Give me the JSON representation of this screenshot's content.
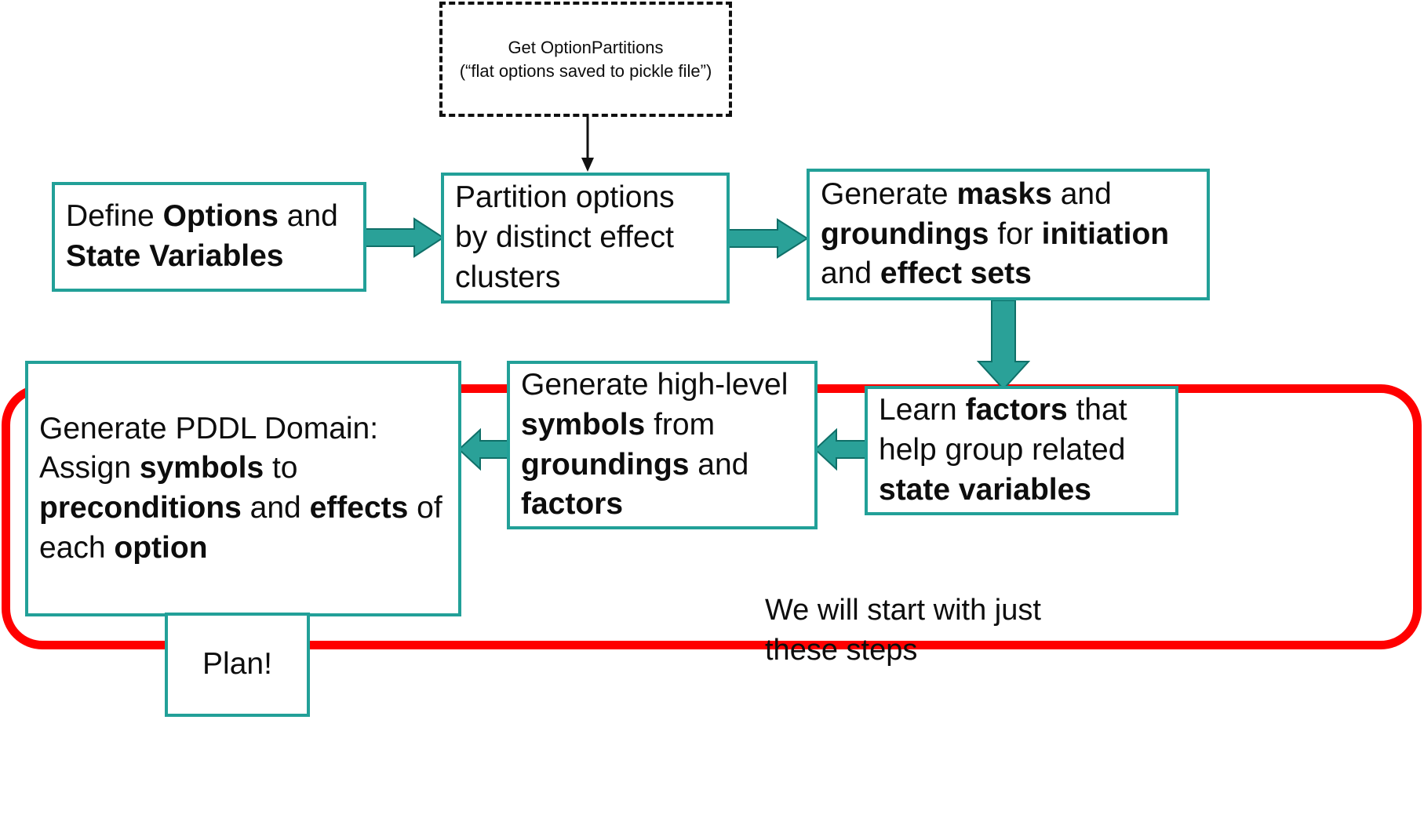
{
  "diagram": {
    "title": "PDDL domain generation pipeline flowchart",
    "colors": {
      "box_border_teal": "#22A098",
      "arrow_teal": "#2AA198",
      "highlight_red": "#FF0000",
      "text_black": "#0D0D0D",
      "background": "#FFFFFF"
    },
    "nodes": {
      "get_option_partitions": {
        "line1": "Get OptionPartitions",
        "line2": "(“flat options saved to pickle file”)",
        "style": "dashed"
      },
      "define_options": {
        "segments": [
          {
            "text": "Define ",
            "bold": false
          },
          {
            "text": "Options",
            "bold": true
          },
          {
            "text": " and ",
            "bold": false
          },
          {
            "text": "State Variables",
            "bold": true
          }
        ],
        "plain": "Define Options and State Variables"
      },
      "partition_options": {
        "segments": [
          {
            "text": "Partition options by distinct effect clusters",
            "bold": false
          }
        ],
        "plain": "Partition options by distinct effect clusters"
      },
      "generate_masks": {
        "segments": [
          {
            "text": "Generate ",
            "bold": false
          },
          {
            "text": "masks",
            "bold": true
          },
          {
            "text": " and ",
            "bold": false
          },
          {
            "text": "groundings",
            "bold": true
          },
          {
            "text": " for ",
            "bold": false
          },
          {
            "text": "initiation",
            "bold": true
          },
          {
            "text": " and ",
            "bold": false
          },
          {
            "text": "effect sets",
            "bold": true
          }
        ],
        "plain": "Generate masks and groundings for initiation and effect sets"
      },
      "learn_factors": {
        "segments": [
          {
            "text": "Learn ",
            "bold": false
          },
          {
            "text": "factors",
            "bold": true
          },
          {
            "text": " that help group related ",
            "bold": false
          },
          {
            "text": "state variables",
            "bold": true
          }
        ],
        "plain": "Learn factors that help group related state variables"
      },
      "generate_symbols": {
        "segments": [
          {
            "text": "Generate high-level ",
            "bold": false
          },
          {
            "text": "symbols",
            "bold": true
          },
          {
            "text": " from ",
            "bold": false
          },
          {
            "text": "groundings",
            "bold": true
          },
          {
            "text": " and ",
            "bold": false
          },
          {
            "text": "factors",
            "bold": true
          }
        ],
        "plain": "Generate high-level symbols from groundings and factors"
      },
      "generate_pddl": {
        "segments": [
          {
            "text": "Generate PDDL Domain: Assign ",
            "bold": false
          },
          {
            "text": "symbols",
            "bold": true
          },
          {
            "text": " to ",
            "bold": false
          },
          {
            "text": "preconditions",
            "bold": true
          },
          {
            "text": " and ",
            "bold": false
          },
          {
            "text": "effects",
            "bold": true
          },
          {
            "text": " of each ",
            "bold": false
          },
          {
            "text": "option",
            "bold": true
          }
        ],
        "plain": "Generate PDDL Domain: Assign symbols to preconditions and effects of each option"
      },
      "plan": {
        "segments": [
          {
            "text": "Plan!",
            "bold": false
          }
        ],
        "plain": "Plan!"
      }
    },
    "annotation": {
      "line1": "We will start with just",
      "line2": "these steps"
    },
    "connectors": [
      {
        "name": "partitions-to-partition-options",
        "from": "get_option_partitions",
        "to": "partition_options",
        "style": "thin-line",
        "direction": "down"
      },
      {
        "name": "define-to-partition",
        "from": "define_options",
        "to": "partition_options",
        "style": "block-arrow",
        "direction": "right"
      },
      {
        "name": "partition-to-masks",
        "from": "partition_options",
        "to": "generate_masks",
        "style": "block-arrow",
        "direction": "right"
      },
      {
        "name": "masks-to-factors",
        "from": "generate_masks",
        "to": "learn_factors",
        "style": "block-arrow",
        "direction": "down"
      },
      {
        "name": "factors-to-symbols",
        "from": "learn_factors",
        "to": "generate_symbols",
        "style": "block-arrow",
        "direction": "left"
      },
      {
        "name": "symbols-to-pddl",
        "from": "generate_symbols",
        "to": "generate_pddl",
        "style": "block-arrow",
        "direction": "left"
      },
      {
        "name": "pddl-to-plan",
        "from": "generate_pddl",
        "to": "plan",
        "style": "block-arrow",
        "direction": "down"
      }
    ],
    "highlight": {
      "name": "red-highlight-region",
      "encloses": [
        "generate_pddl",
        "generate_symbols",
        "learn_factors"
      ]
    }
  }
}
